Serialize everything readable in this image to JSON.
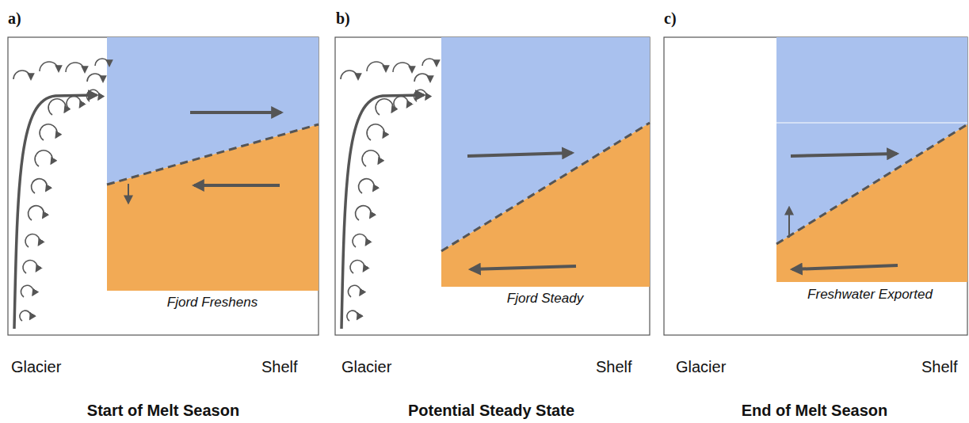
{
  "diagram": {
    "labels": [
      "a)",
      "Fjord Freshens",
      "Glacier",
      "Shelf",
      "Start of Melt Season",
      "b)",
      "Fjord Steady",
      "Glacier",
      "Shelf",
      "Potential Steady State",
      "c)",
      "Freshwater Exported",
      "Glacier",
      "Shelf",
      "End of Melt Season"
    ]
  }
}
